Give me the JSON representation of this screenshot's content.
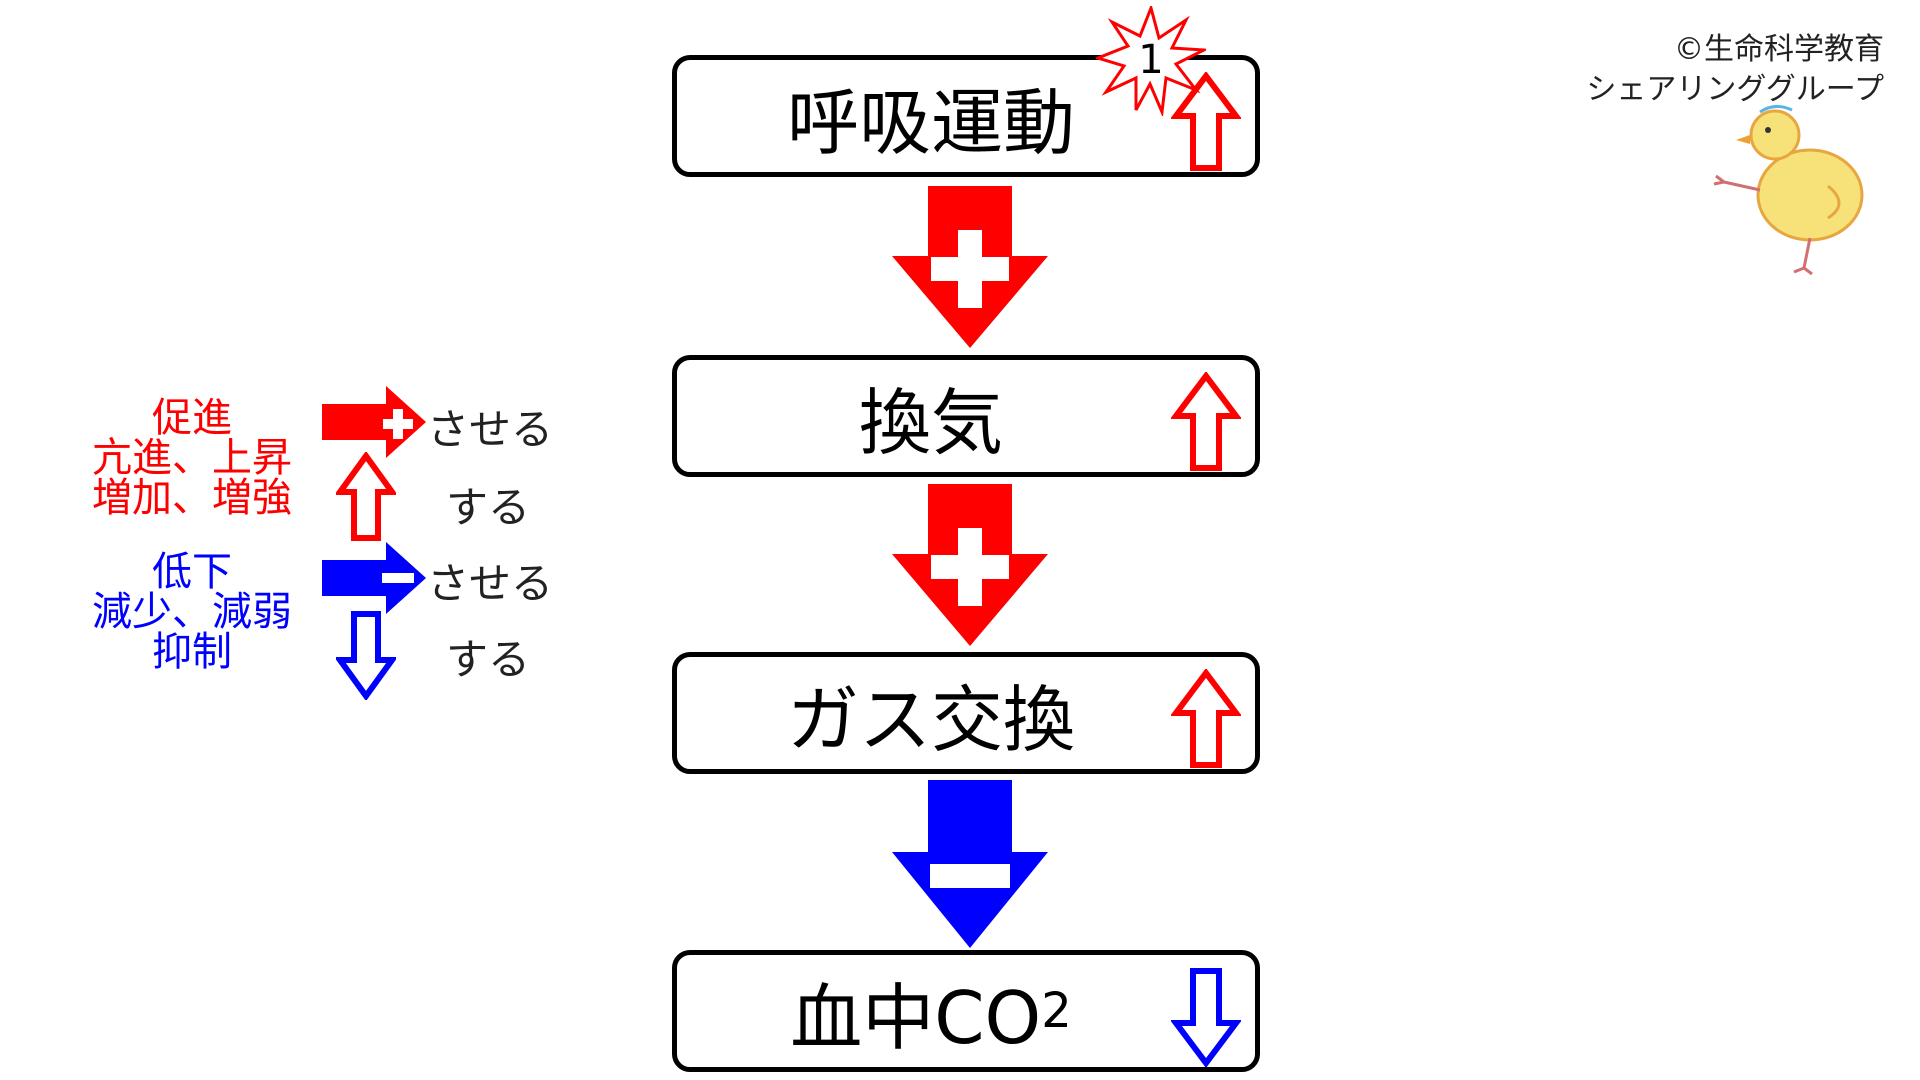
{
  "colors": {
    "promote": "#ff0000",
    "inhibit": "#0000ff",
    "text": "#000000"
  },
  "credit": {
    "line1": "©生命科学教育",
    "line2": "シェアリンググループ"
  },
  "burst_number": "1",
  "nodes": [
    {
      "label": "呼吸運動",
      "state": "up"
    },
    {
      "label": "換気",
      "state": "up"
    },
    {
      "label": "ガス交換",
      "state": "up"
    },
    {
      "label_main": "血中CO",
      "label_sub": "2",
      "state": "down"
    }
  ],
  "links": [
    {
      "sign": "plus",
      "color": "#ff0000"
    },
    {
      "sign": "plus",
      "color": "#ff0000"
    },
    {
      "sign": "minus",
      "color": "#0000ff"
    }
  ],
  "legend": {
    "promote_lines": [
      "促進",
      "亢進、上昇",
      "増加、増強"
    ],
    "inhibit_lines": [
      "低下",
      "減少、減弱",
      "抑制"
    ],
    "cause_verb": "させる",
    "do_verb": "する"
  }
}
